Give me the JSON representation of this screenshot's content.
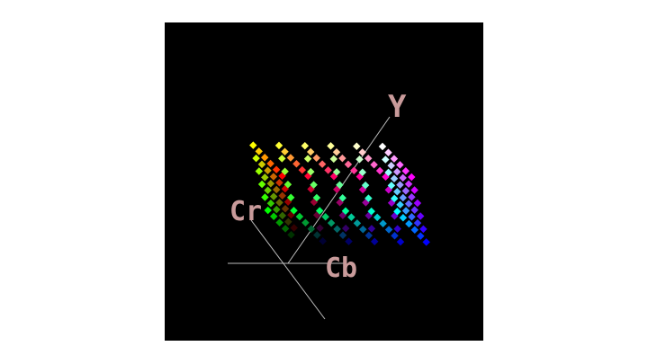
{
  "diagram": {
    "background_color": "#000000",
    "axis_color": "#bdbdbd",
    "label_color": "#c99b9b",
    "axes": {
      "y": "Y",
      "cr": "Cr",
      "cb": "Cb"
    },
    "point_grid": {
      "levels": 6,
      "description_colors": [
        "#ff0000",
        "#ffff00",
        "#00ff00",
        "#00ffff",
        "#0000ff",
        "#ff00ff",
        "#ffffff"
      ]
    }
  }
}
